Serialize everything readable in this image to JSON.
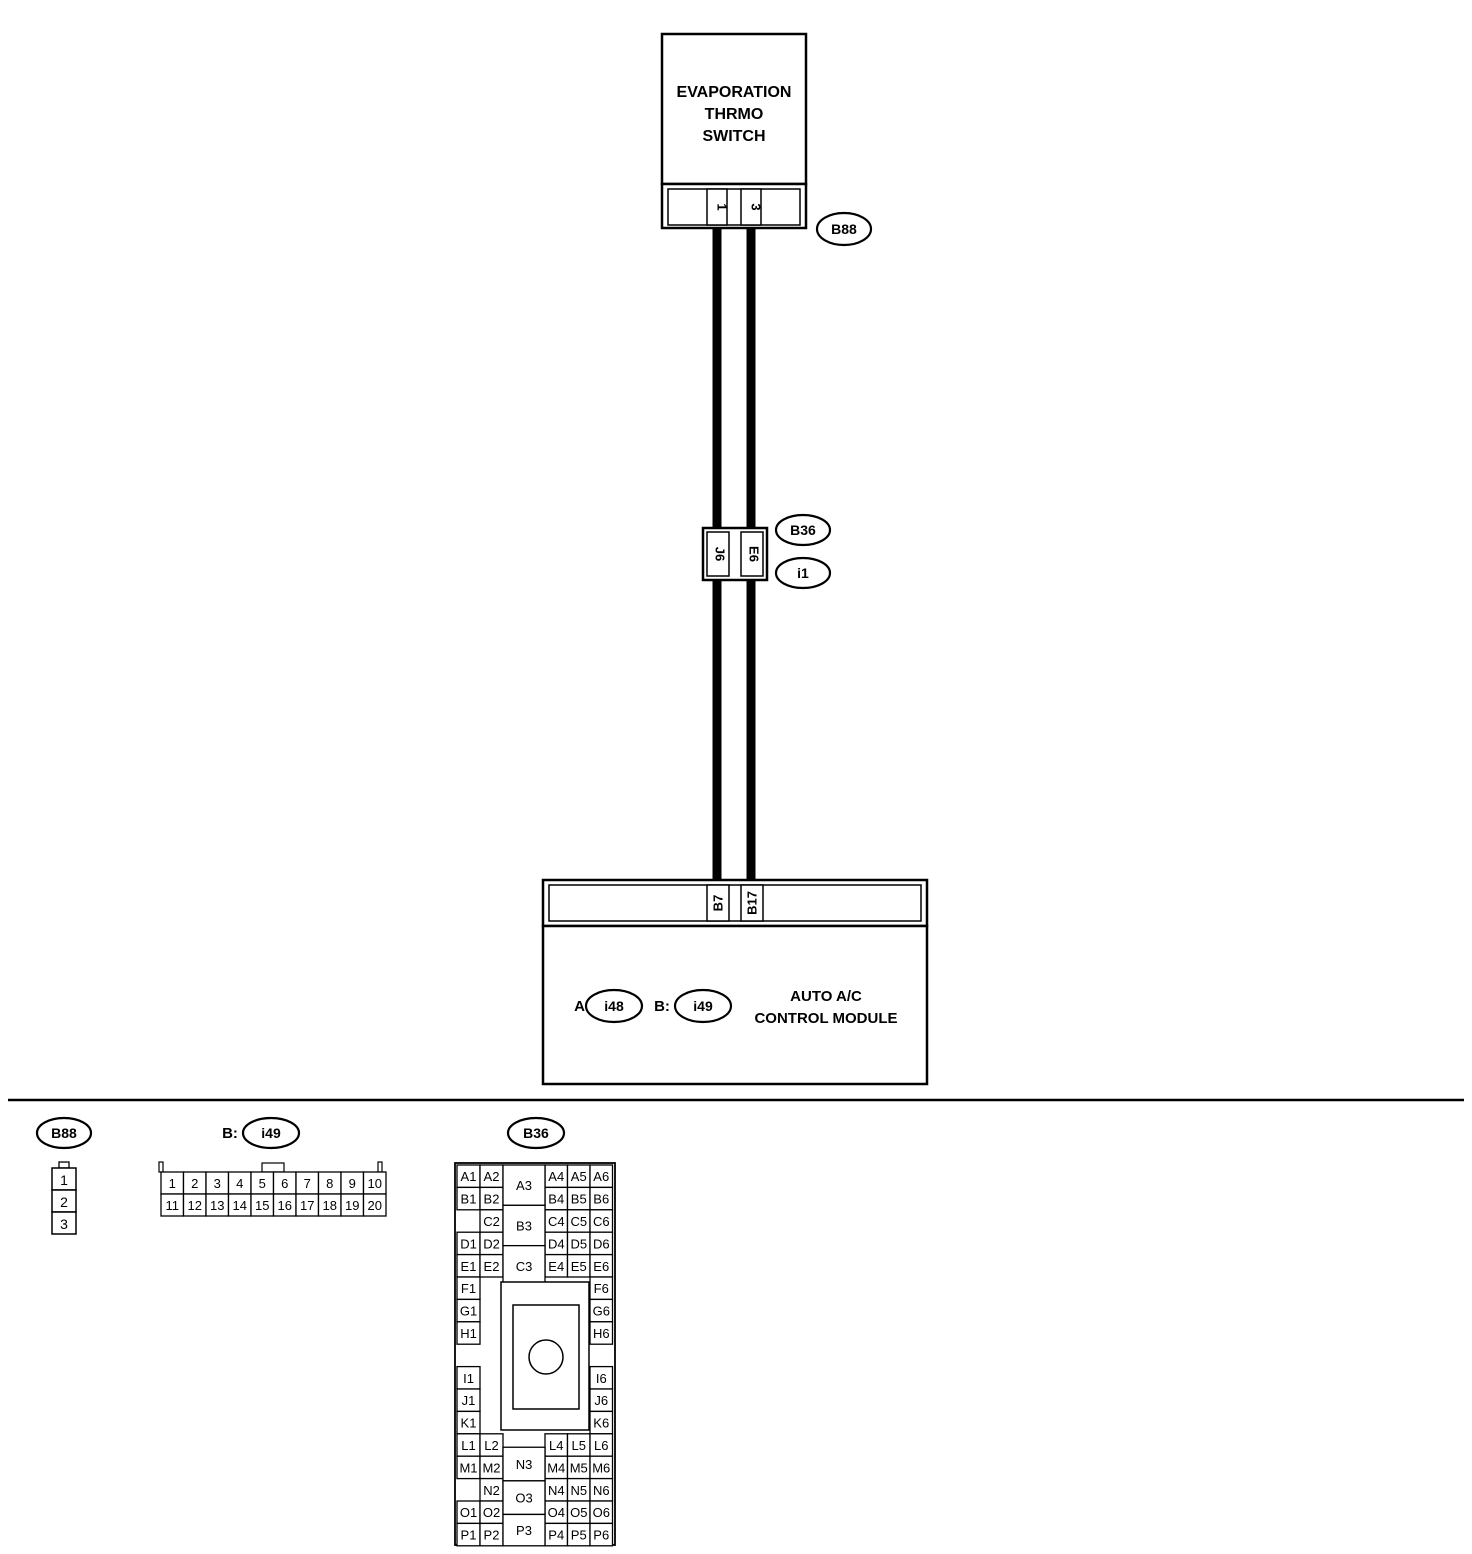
{
  "switch_component": {
    "title_lines": [
      "EVAPORATION",
      "THRMO",
      "SWITCH"
    ],
    "pins": [
      "1",
      "3"
    ],
    "connector_id": "B88"
  },
  "joint_connector": {
    "pins": [
      "J6",
      "E6"
    ],
    "ids": [
      "B36",
      "i1"
    ]
  },
  "module_component": {
    "title_lines": [
      "AUTO A/C",
      "CONTROL MODULE"
    ],
    "pins": [
      "B7",
      "B17"
    ],
    "connector_a_prefix": "A:",
    "connector_a_id": "i48",
    "connector_b_prefix": "B:",
    "connector_b_id": "i49"
  },
  "connector_views": {
    "b88": {
      "id": "B88",
      "pins": [
        "1",
        "2",
        "3"
      ]
    },
    "i49": {
      "prefix": "B:",
      "id": "i49",
      "row1": [
        "1",
        "2",
        "3",
        "4",
        "5",
        "6",
        "7",
        "8",
        "9",
        "10"
      ],
      "row2": [
        "11",
        "12",
        "13",
        "14",
        "15",
        "16",
        "17",
        "18",
        "19",
        "20"
      ]
    },
    "b36": {
      "id": "B36",
      "left_pins": [
        [
          "A1",
          "A2"
        ],
        [
          "B1",
          "B2"
        ],
        [
          "",
          "C2"
        ],
        [
          "D1",
          "D2"
        ],
        [
          "E1",
          "E2"
        ],
        [
          "F1",
          ""
        ],
        [
          "G1",
          ""
        ],
        [
          "H1",
          ""
        ],
        [
          "",
          ""
        ],
        [
          "I1",
          ""
        ],
        [
          "J1",
          ""
        ],
        [
          "K1",
          ""
        ],
        [
          "L1",
          "L2"
        ],
        [
          "M1",
          "M2"
        ],
        [
          "",
          "N2"
        ],
        [
          "O1",
          "O2"
        ],
        [
          "P1",
          "P2"
        ]
      ],
      "center_top": [
        "A3",
        "B3",
        "C3"
      ],
      "center_bottom": [
        "N3",
        "O3",
        "P3"
      ],
      "right_pins": [
        [
          "A4",
          "A5",
          "A6"
        ],
        [
          "B4",
          "B5",
          "B6"
        ],
        [
          "C4",
          "C5",
          "C6"
        ],
        [
          "D4",
          "D5",
          "D6"
        ],
        [
          "E4",
          "E5",
          "E6"
        ],
        [
          "",
          "",
          "F6"
        ],
        [
          "",
          "",
          "G6"
        ],
        [
          "",
          "",
          "H6"
        ],
        [
          "",
          "",
          ""
        ],
        [
          "",
          "",
          "I6"
        ],
        [
          "",
          "",
          "J6"
        ],
        [
          "",
          "",
          "K6"
        ],
        [
          "L4",
          "L5",
          "L6"
        ],
        [
          "M4",
          "M5",
          "M6"
        ],
        [
          "N4",
          "N5",
          "N6"
        ],
        [
          "O4",
          "O5",
          "O6"
        ],
        [
          "P4",
          "P5",
          "P6"
        ]
      ]
    }
  }
}
